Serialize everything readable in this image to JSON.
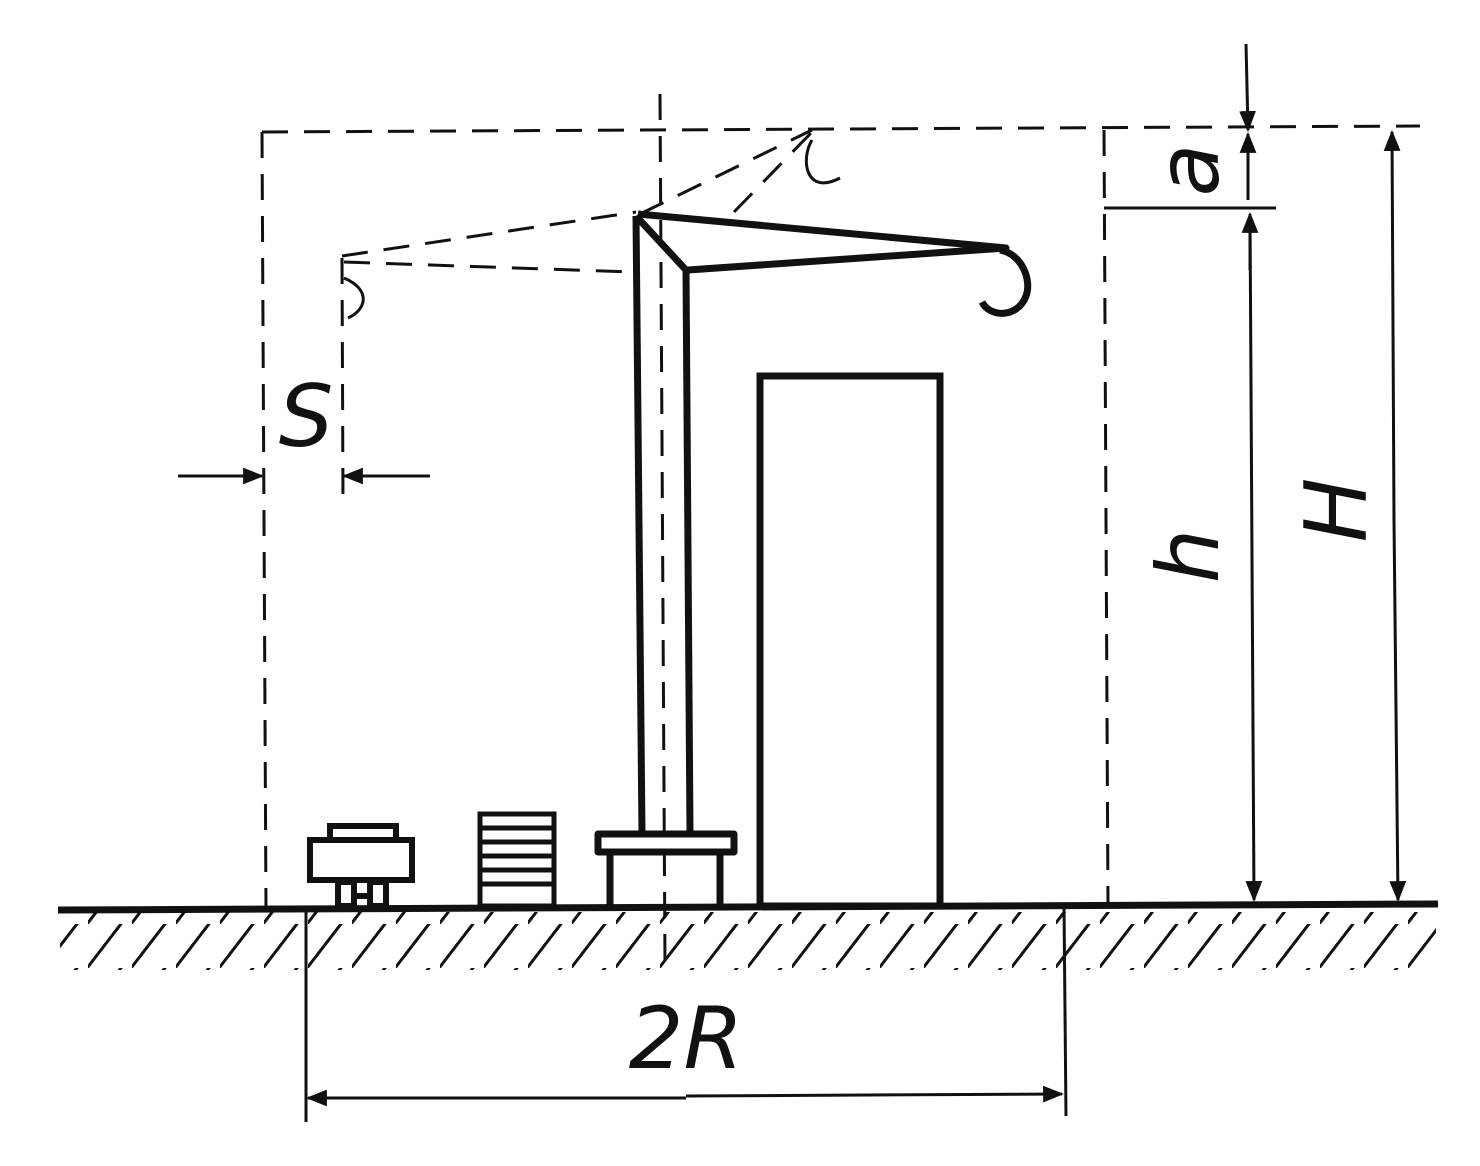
{
  "diagram": {
    "labels": {
      "a": "a",
      "h": "h",
      "H": "H",
      "S": "S",
      "two_r": "2R"
    }
  },
  "colors": {
    "ink": "#111111",
    "background": "#ffffff"
  }
}
